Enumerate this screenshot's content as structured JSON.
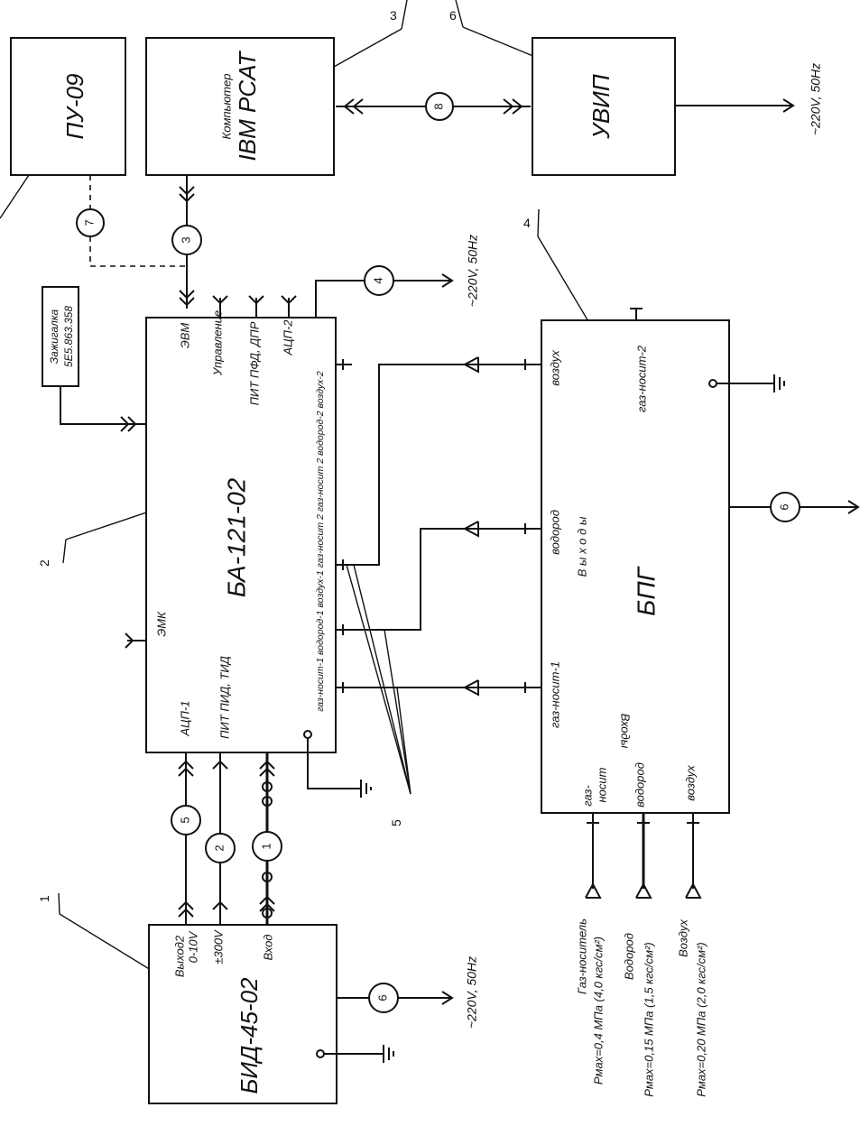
{
  "blocks": {
    "pu": "ПУ-09",
    "computer_line1": "Компьютер",
    "computer_line2": "IBM PCAT",
    "uvip": "УВИП",
    "ignition_line1": "Зажигалка",
    "ignition_line2": "5Е5.863.358",
    "ba": "БА-121-02",
    "bid": "БИД-45-02",
    "bpg": "БПГ"
  },
  "ba_ports": {
    "evm": "ЭВМ",
    "control": "Управление",
    "pit_pfd": "ПИТ ПФД, ДПР",
    "adc2": "АЦП-2",
    "emk": "ЭМК",
    "adc1": "АЦП-1",
    "pit_pid": "ПИТ ПИД, ТИД",
    "bottom_row": "газ-носит-1  водород-1  воздух-1  газ-носит 2  газ-носит 2  водород-2  воздух-2"
  },
  "bid_ports": {
    "out2": "Выход2",
    "range": "0-10V",
    "power": "±300V",
    "input": "Вход"
  },
  "bpg_ports": {
    "gas1": "газ-носит-1",
    "hydrogen": "водород",
    "outputs": "В ы х о д ы",
    "air": "воздух",
    "gas2": "газ-носит-2",
    "inputs": "Входы",
    "in_gas_line1": "газ-",
    "in_gas_line2": "носит",
    "in_hydrogen": "водород",
    "in_air": "воздух"
  },
  "supplies": {
    "gas_name": "Газ-носитель",
    "gas_pressure": "Рмах=0,4 МПа (4,0 кгс/см²)",
    "hydrogen_name": "Водород",
    "hydrogen_pressure": "Рмах=0,15 МПа (1,5 кгс/см²)",
    "air_name": "Воздух",
    "air_pressure": "Рмах=0,20 МПа (2,0 кгс/см²)"
  },
  "power": {
    "uvip": "~220V, 50Hz",
    "ba": "~220V, 50Hz",
    "bid": "~220V, 50Hz"
  },
  "cables": [
    "1",
    "2",
    "3",
    "4",
    "5",
    "6",
    "7",
    "8"
  ],
  "cable_bpg": "6",
  "cable_bid": "6",
  "callouts": [
    "1",
    "2",
    "3",
    "4",
    "5",
    "6"
  ]
}
